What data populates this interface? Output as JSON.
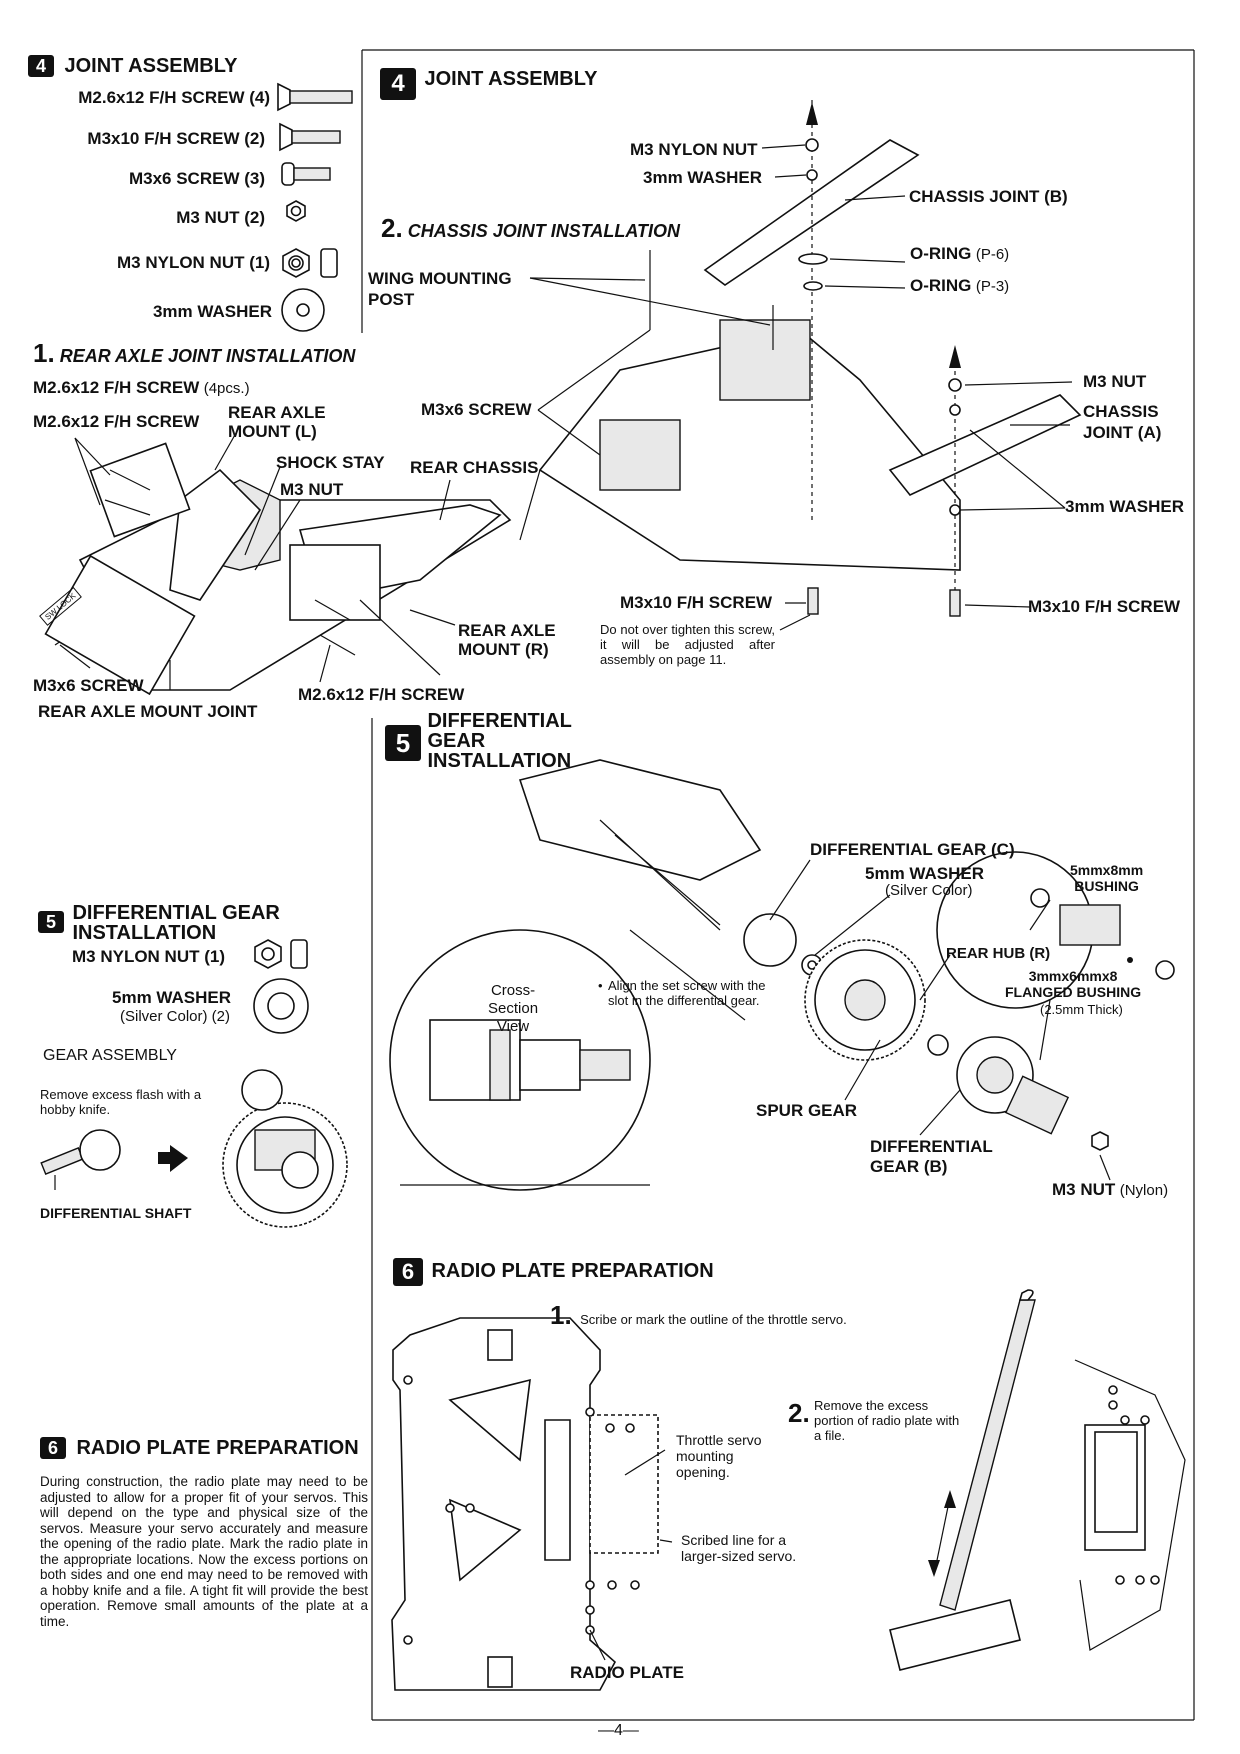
{
  "left_panel": {
    "joint": {
      "badge": "4",
      "title": "JOINT ASSEMBLY",
      "parts": [
        {
          "label": "M2.6x12 F/H SCREW (4)",
          "icon": "flathead-screw-icon"
        },
        {
          "label": "M3x10 F/H SCREW (2)",
          "icon": "flathead-screw-icon"
        },
        {
          "label": "M3x6 SCREW (3)",
          "icon": "screw-icon"
        },
        {
          "label": "M3 NUT (2)",
          "icon": "nut-icon"
        },
        {
          "label": "M3 NYLON NUT (1)",
          "icon": "nylon-nut-icon"
        },
        {
          "label": "3mm WASHER",
          "icon": "washer-icon"
        }
      ]
    },
    "rear_axle": {
      "step_num": "1.",
      "step_title": "REAR AXLE JOINT INSTALLATION",
      "qty_main": "M2.6x12 F/H SCREW",
      "qty_note": "(4pcs.)",
      "labels": {
        "screw_top": "M2.6x12 F/H SCREW",
        "mount_l": "REAR AXLE\nMOUNT (L)",
        "shock_stay": "SHOCK STAY",
        "m3_nut": "M3 NUT",
        "rear_chassis": "REAR CHASSIS",
        "mount_r": "REAR AXLE\nMOUNT (R)",
        "m3x6": "M3x6 SCREW",
        "screw_bottom": "M2.6x12 F/H SCREW",
        "mount_joint": "REAR AXLE MOUNT JOINT"
      },
      "tag_text": "SW LOCK"
    },
    "diff": {
      "badge": "5",
      "title": "DIFFERENTIAL GEAR\nINSTALLATION",
      "parts": [
        {
          "label": "M3 NYLON NUT (1)",
          "note": "",
          "icon": "nylon-nut-icon"
        },
        {
          "label": "5mm WASHER",
          "note": "(Silver Color) (2)",
          "icon": "washer-icon"
        }
      ],
      "gear_assembly": {
        "heading": "GEAR ASSEMBLY",
        "note": "Remove excess flash with a hobby knife.",
        "shaft_label": "DIFFERENTIAL SHAFT"
      }
    },
    "radio": {
      "badge": "6",
      "title": "RADIO PLATE PREPARATION",
      "text": "During construction, the radio plate may need to be adjusted to allow for a proper fit of your servos. This will depend on the type and physical size of the servos. Measure your servo accurately and measure the opening of the radio plate. Mark the radio plate in the appropriate locations. Now the excess portions on both sides and one end may need to be removed with a hobby knife and a file. A tight fit will provide the best operation. Remove small amounts of the plate at a time."
    }
  },
  "right_panel": {
    "joint": {
      "badge": "4",
      "title": "JOINT ASSEMBLY",
      "step_num": "2.",
      "step_title": "CHASSIS JOINT INSTALLATION",
      "labels": {
        "nylon_nut": "M3 NYLON NUT",
        "washer_top": "3mm WASHER",
        "chassis_b": "CHASSIS JOINT (B)",
        "oring_p6": "O-RING",
        "oring_p6_note": "(P-6)",
        "oring_p3": "O-RING",
        "oring_p3_note": "(P-3)",
        "wing_post": "WING MOUNTING\nPOST",
        "m3x6": "M3x6 SCREW",
        "m3_nut": "M3 NUT",
        "chassis_a": "CHASSIS\nJOINT (A)",
        "washer_right": "3mm WASHER",
        "fh_left": "M3x10 F/H SCREW",
        "fh_right": "M3x10 F/H SCREW",
        "note": "Do not over tighten this screw, it will be adjusted after assembly on page 11."
      }
    },
    "diff": {
      "badge": "5",
      "title": "DIFFERENTIAL\nGEAR\nINSTALLATION",
      "labels": {
        "diff_c": "DIFFERENTIAL GEAR (C)",
        "washer": "5mm WASHER",
        "washer_note": "(Silver Color)",
        "bushing_5": "5mmx8mm\nBUSHING",
        "rear_hub": "REAR HUB (R)",
        "flanged": "3mmx6mmx8\nFLANGED BUSHING",
        "flanged_note": "(2.5mm Thick)",
        "align_note": "Align the set screw with the slot in the differential gear.",
        "cross_section": "Cross-\nSection\nView",
        "spur": "SPUR GEAR",
        "diff_b": "DIFFERENTIAL\nGEAR (B)",
        "m3_nut": "M3 NUT",
        "m3_nut_note": "(Nylon)"
      }
    },
    "radio": {
      "badge": "6",
      "title": "RADIO PLATE PREPARATION",
      "step1_num": "1.",
      "step1_text": "Scribe or mark the outline of the throttle servo.",
      "step2_num": "2.",
      "step2_text": "Remove the excess portion of radio plate with a file.",
      "throttle_label": "Throttle servo mounting opening.",
      "scribed_label": "Scribed line for a larger-sized servo.",
      "plate_label": "RADIO PLATE"
    }
  },
  "footer": {
    "page": "—4—"
  }
}
